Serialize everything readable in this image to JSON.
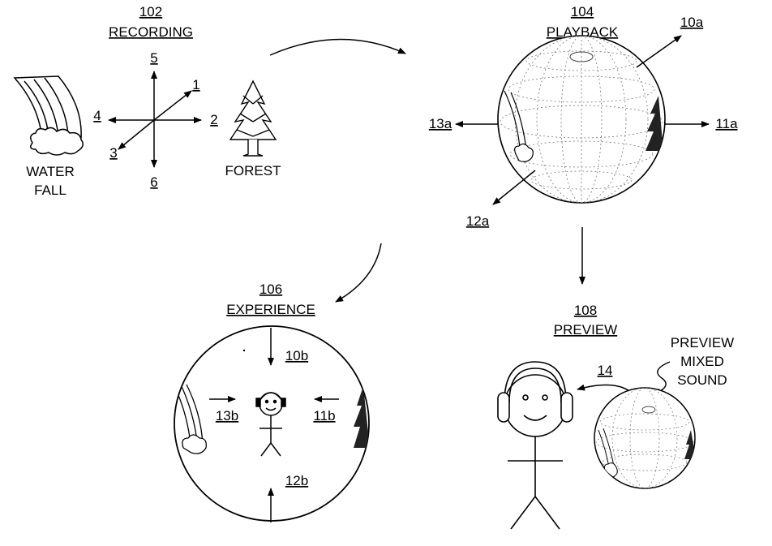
{
  "sections": {
    "recording": {
      "number": "102",
      "title": "RECORDING"
    },
    "playback": {
      "number": "104",
      "title": "PLAYBACK"
    },
    "experience": {
      "number": "106",
      "title": "EXPERIENCE"
    },
    "preview": {
      "number": "108",
      "title": "PREVIEW"
    }
  },
  "recording": {
    "axis_labels": {
      "a1": "1",
      "a2": "2",
      "a3": "3",
      "a4": "4",
      "a5": "5",
      "a6": "6"
    },
    "waterfall_label_line1": "WATER",
    "waterfall_label_line2": "FALL",
    "forest_label": "FOREST"
  },
  "playback": {
    "labels": {
      "a10": "10a",
      "a11": "11a",
      "a12": "12a",
      "a13": "13a"
    }
  },
  "experience": {
    "labels": {
      "b10": "10b",
      "b11": "11b",
      "b12": "12b",
      "b13": "13b"
    }
  },
  "preview": {
    "mix_ref": "14",
    "mixed_sound_line1": "PREVIEW",
    "mixed_sound_line2": "MIXED",
    "mixed_sound_line3": "SOUND"
  }
}
